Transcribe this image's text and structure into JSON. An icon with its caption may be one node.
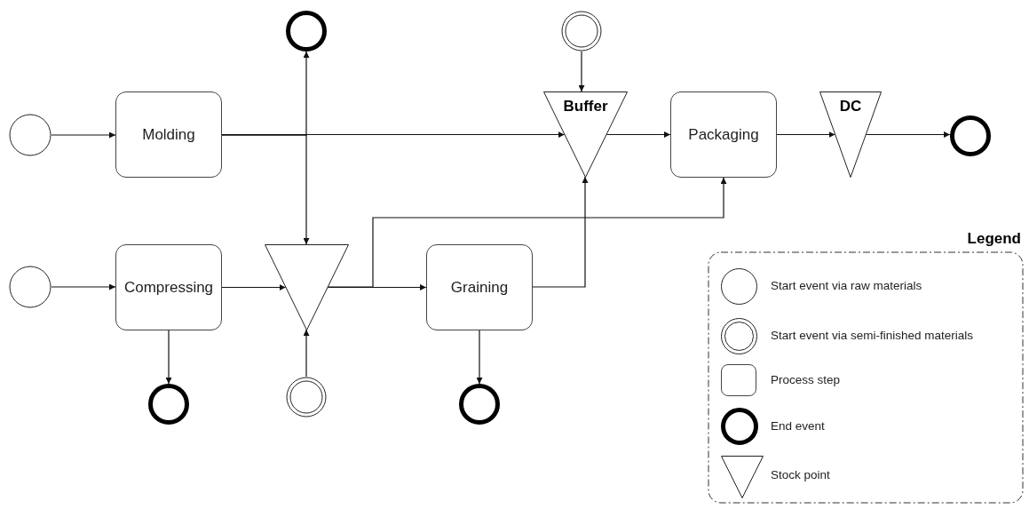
{
  "diagram": {
    "nodes": [
      {
        "text": [],
        "shape": "circle"
      },
      {
        "text": [
          "Molding"
        ]
      },
      {
        "text": [],
        "shape": "thick-circle"
      },
      {
        "text": [],
        "shape": "double-circle"
      },
      {
        "text": [
          "Buffer"
        ]
      },
      {
        "text": [
          "Packaging"
        ]
      },
      {
        "text": [
          "DC"
        ]
      },
      {
        "text": [],
        "shape": "thick-circle"
      },
      {
        "text": [],
        "shape": "circle"
      },
      {
        "text": [
          "Compressing"
        ]
      },
      {
        "text": [],
        "shape": "triangle"
      },
      {
        "text": [
          "Graining"
        ]
      },
      {
        "text": [],
        "shape": "thick-circle"
      },
      {
        "text": [],
        "shape": "double-circle"
      },
      {
        "text": [],
        "shape": "thick-circle"
      }
    ],
    "edges": [
      {
        "from": 0,
        "to": 1,
        "arrow": "to"
      },
      {
        "from": 1,
        "to": 4,
        "arrow": "to"
      },
      {
        "from": 1,
        "to": 2,
        "arrow": "to"
      },
      {
        "from": 1,
        "to": 10,
        "arrow": "to"
      },
      {
        "from": 3,
        "to": 4,
        "arrow": "to"
      },
      {
        "from": 4,
        "to": 5,
        "arrow": "to"
      },
      {
        "from": 5,
        "to": 6,
        "arrow": "to"
      },
      {
        "from": 6,
        "to": 7,
        "arrow": "to"
      },
      {
        "from": 8,
        "to": 9,
        "arrow": "to"
      },
      {
        "from": 9,
        "to": 10,
        "arrow": "to"
      },
      {
        "from": 10,
        "to": 11,
        "arrow": "to"
      },
      {
        "from": 10,
        "to": 5,
        "arrow": "to"
      },
      {
        "from": 11,
        "to": 4,
        "arrow": "to"
      },
      {
        "from": 9,
        "to": 12,
        "arrow": "to"
      },
      {
        "from": 13,
        "to": 10,
        "arrow": "to"
      },
      {
        "from": 11,
        "to": 14,
        "arrow": "to"
      }
    ],
    "labels": [
      "Legend"
    ],
    "legend": [
      {
        "text": "Start event via raw materials"
      },
      {
        "text": "Start event via semi-finished materials"
      },
      {
        "text": "Process step"
      },
      {
        "text": "End event"
      },
      {
        "text": "Stock point"
      }
    ]
  }
}
